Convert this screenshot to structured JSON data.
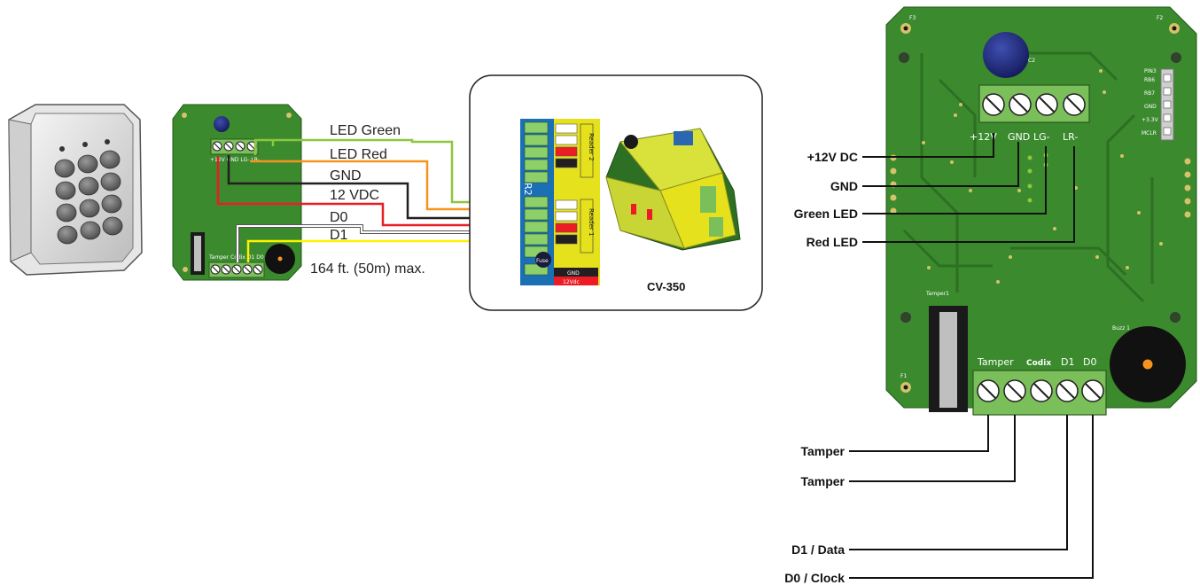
{
  "wires": {
    "led_green": {
      "label": "LED Green",
      "color": "#8dc63f"
    },
    "led_red": {
      "label": "LED Red",
      "color": "#f7941d"
    },
    "gnd": {
      "label": "GND",
      "color": "#231f20"
    },
    "vdc": {
      "label": "12 VDC",
      "color": "#ed1c24"
    },
    "d0": {
      "label": "D0",
      "color": "#ffffff"
    },
    "d1": {
      "label": "D1",
      "color": "#fff200"
    }
  },
  "distance_note": "164 ft. (50m) max.",
  "controller": {
    "name": "CV-350",
    "port_labels": [
      "Reader 2",
      "Reader 1"
    ],
    "bottom_labels": [
      "GND",
      "12Vdc"
    ],
    "fuse_label": "Fuse",
    "side_label": "R2"
  },
  "small_board": {
    "top_pins": "+12V GND LG- LR-",
    "bottom_pins": "Tamper Codix  D1  D0"
  },
  "large_board": {
    "top_pins": [
      "+12V",
      "GND",
      "LG-",
      "LR-"
    ],
    "bottom_pins": [
      "Tamper",
      "Codix",
      "D1",
      "D0"
    ],
    "silk": {
      "cap": "C2",
      "f2": "F2",
      "f3": "F3",
      "f1": "F1",
      "tamper": "Tamper1",
      "buzzer": "Buzz 1",
      "header_title": "PIN3",
      "header_pins": [
        "RB6",
        "RB7",
        "GND",
        "+3.3V",
        "MCLR"
      ]
    }
  },
  "connections": {
    "top": [
      {
        "label": "+12V DC",
        "color": "#111111"
      },
      {
        "label": "GND",
        "color": "#111111"
      },
      {
        "label": "Green LED",
        "color": "#1aa64b"
      },
      {
        "label": "Red LED",
        "color": "#ed1c24"
      }
    ],
    "bottom": [
      {
        "label": "Tamper"
      },
      {
        "label": "Tamper"
      },
      {
        "label": "D1 / Data"
      },
      {
        "label": "D0 / Clock"
      }
    ]
  },
  "colors": {
    "pcb": "#3b8a2e",
    "pcb_dark": "#2d6f23",
    "terminal": "#7bbf5a",
    "keypad_body": "#d9d9d9"
  }
}
